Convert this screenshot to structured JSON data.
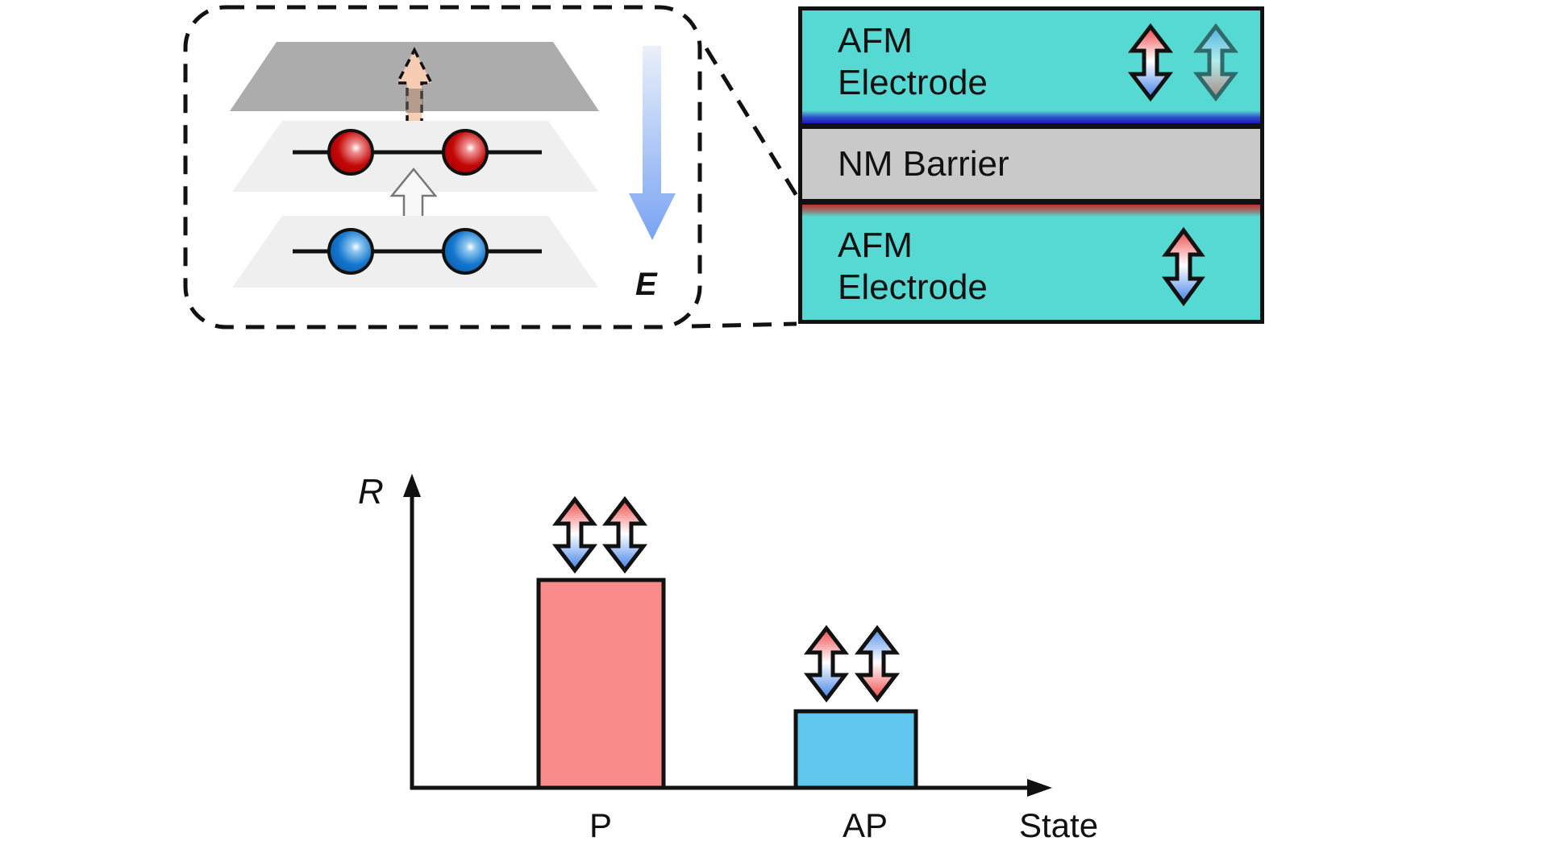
{
  "inset": {
    "field_label": "E"
  },
  "stack": {
    "top_electrode_line1": "AFM",
    "top_electrode_line2": "Electrode",
    "barrier_label": "NM Barrier",
    "bottom_electrode_line1": "AFM",
    "bottom_electrode_line2": "Electrode"
  },
  "chart": {
    "y_axis_label": "R",
    "x_axis_label": "State",
    "bar_p_label": "P",
    "bar_ap_label": "AP"
  },
  "colors": {
    "electrode_teal": "#57D9D3",
    "barrier_gray": "#C9C9C9",
    "interface_blue": "#1A1AC0",
    "interface_red": "#C0302A",
    "p_bar_fill": "#F98B8B",
    "ap_bar_fill": "#62C7EE",
    "sphere_red": "#C40707",
    "sphere_blue": "#1376CE",
    "efield_arrow_blue": "#78A3F2",
    "dashed_arrow_peach": "#F6CDB2"
  },
  "chart_data": {
    "type": "bar",
    "title": "",
    "xlabel": "State",
    "ylabel": "R",
    "categories": [
      "P",
      "AP"
    ],
    "values_relative": [
      0.67,
      0.25
    ],
    "bar_colors": [
      "#F98B8B",
      "#62C7EE"
    ],
    "bar_icons": [
      [
        "spin-arrow-red-up-blue-down",
        "spin-arrow-red-up-blue-down"
      ],
      [
        "spin-arrow-red-up-blue-down",
        "spin-arrow-blue-up-red-down"
      ]
    ],
    "axis_numeric_labels": "none",
    "grid": false,
    "legend": false
  }
}
